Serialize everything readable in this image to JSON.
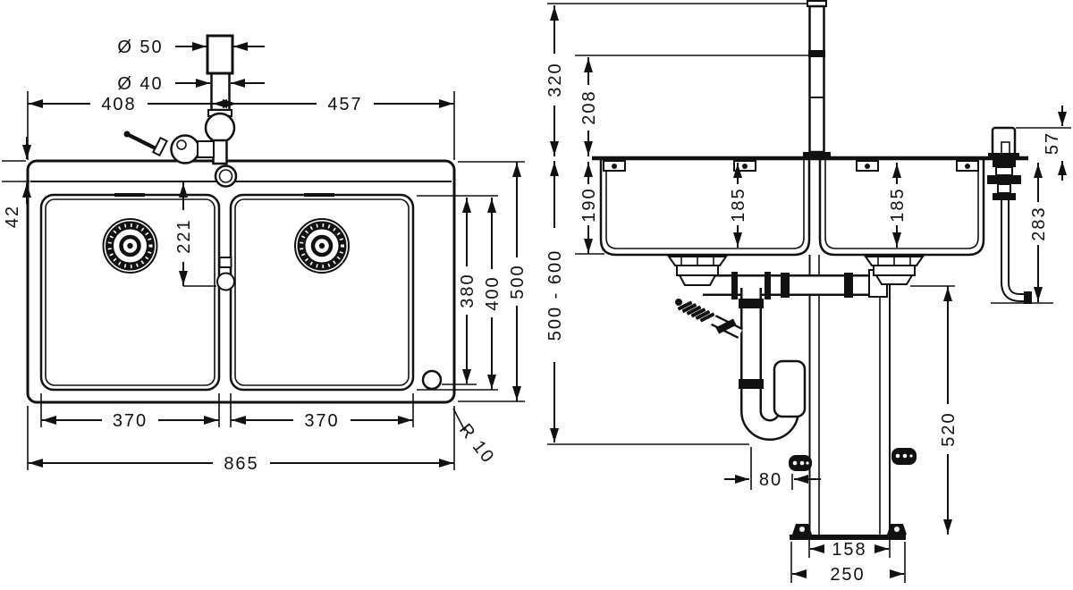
{
  "top_view": {
    "dia_spout_upper": "Ø 50",
    "dia_spout_lower": "Ø 40",
    "dist_left_to_faucet": "408",
    "dist_faucet_to_right": "457",
    "rim_to_bowl": "42",
    "bowl_to_handle": "221",
    "bowl1_width": "370",
    "bowl2_width": "370",
    "overall_width": "865",
    "corner_radius": "R 10",
    "bowl_to_hole": "380",
    "bowl_length": "400",
    "overall_depth": "500"
  },
  "side_view": {
    "faucet_total_height": "320",
    "faucet_spout_height": "208",
    "bowl_outer_depth": "190",
    "bowl1_inner_depth": "185",
    "bowl2_inner_depth": "185",
    "worktop_range": "500 - 600",
    "dispenser_above_deck": "57",
    "dispenser_below_deck": "283",
    "stand_height": "520",
    "trap_to_stand": "80",
    "stand_width": "158",
    "base_plate_width": "250"
  }
}
